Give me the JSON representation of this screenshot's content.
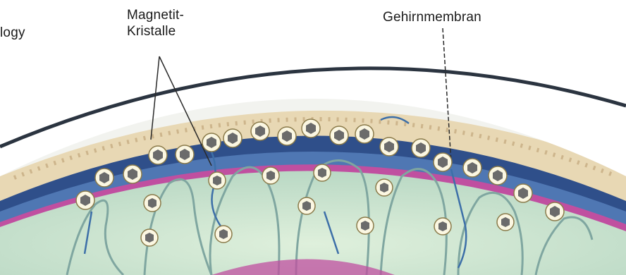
{
  "labels": {
    "partial_word": "logy",
    "crystals_line1": "Magnetit-",
    "crystals_line2": "Kristalle",
    "membrane": "Gehirnmembran"
  },
  "colors": {
    "skull_outline": "#2b3440",
    "bone": "#f2f3ef",
    "tissue_beige": "#e8d8b4",
    "membrane_blue": "#2f4f8a",
    "vessel_blue": "#3d6fa8",
    "brain_green": "#cfe6cf",
    "brain_fold": "#7fa6a0",
    "crystal_ring": "#fbf7e2",
    "crystal_core": "#6b6b6b",
    "magenta_layer": "#c04fa0"
  },
  "icons": {
    "crystal": "hexagon-crystal-icon"
  }
}
